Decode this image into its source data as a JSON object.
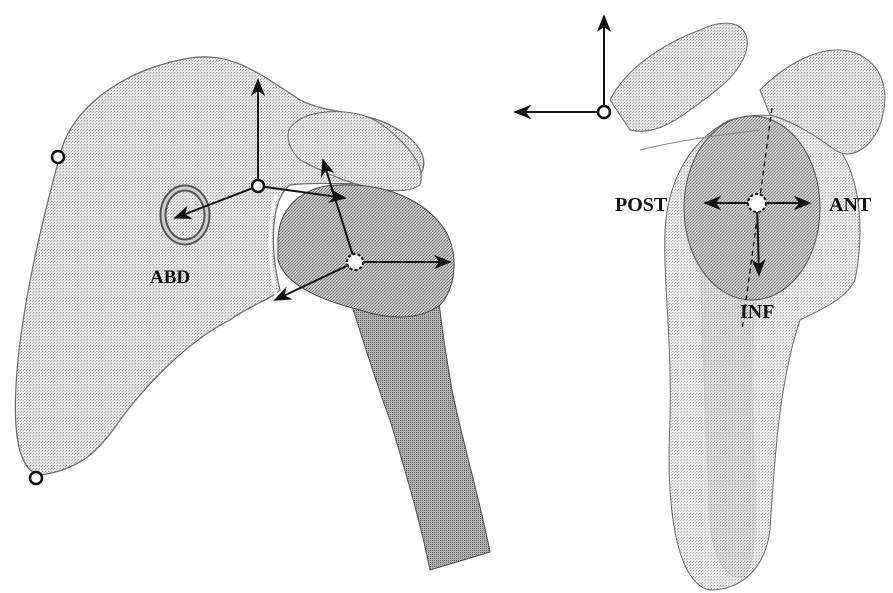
{
  "labels": {
    "abd": "ABD",
    "post": "POST",
    "ant": "ANT",
    "inf": "INF"
  },
  "colors": {
    "bone_light": "#dcdcdc",
    "bone_mid": "#b9b9b9",
    "bone_dark": "#8c8c8c",
    "outline": "#4a4a4a",
    "arrow": "#111111",
    "background": "#ffffff"
  }
}
